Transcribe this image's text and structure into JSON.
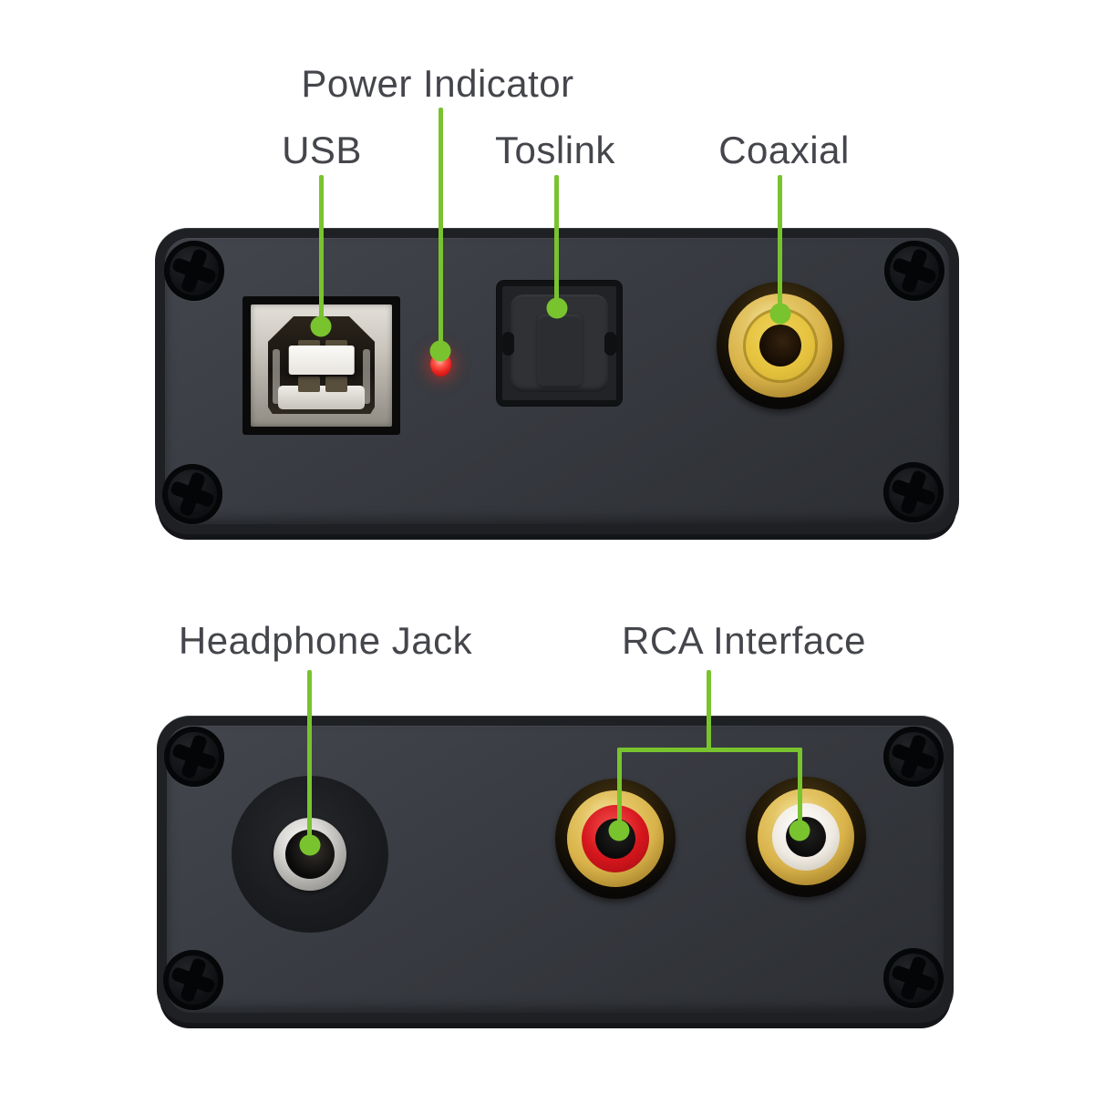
{
  "annotations": {
    "power_indicator": "Power Indicator",
    "usb": "USB",
    "toslink": "Toslink",
    "coaxial": "Coaxial",
    "headphone_jack": "Headphone Jack",
    "rca_interface": "RCA Interface"
  },
  "colors": {
    "annotation_green": "#79C32F",
    "led_red": "#E8201D",
    "label_text": "#44464B",
    "coaxial_gold": "#D9B34A",
    "coaxial_yellow": "#E5C23D",
    "rca_red": "#D6161D",
    "rca_white": "#EFEAE1"
  }
}
